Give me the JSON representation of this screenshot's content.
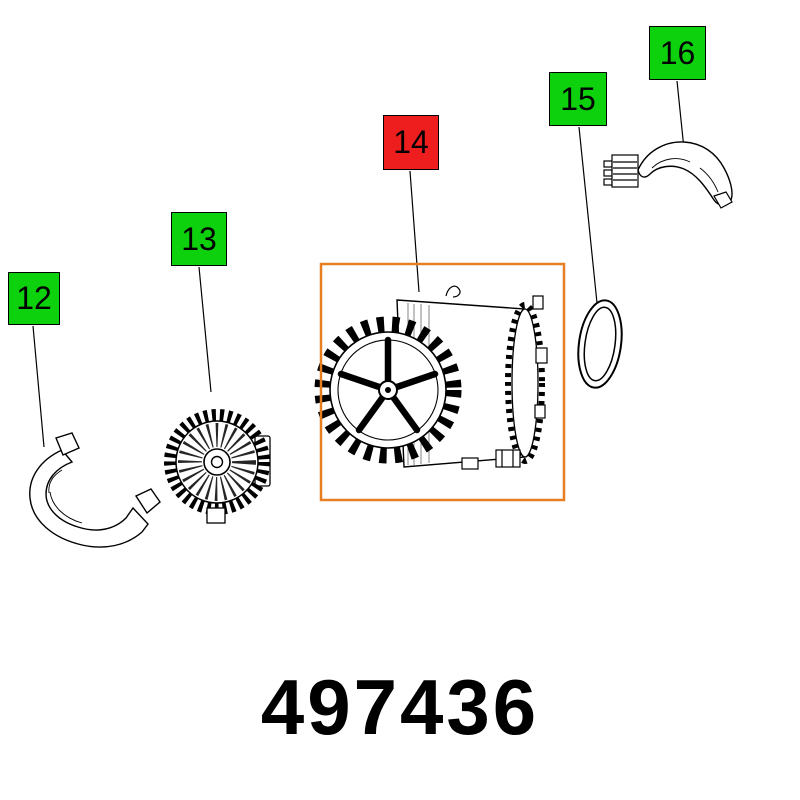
{
  "page": {
    "background": "#ffffff",
    "part_number": "497436"
  },
  "colors": {
    "label_green": "#0ed10e",
    "label_red": "#ee1e1e",
    "highlight_orange": "#e87e22",
    "line": "#000000"
  },
  "labels": [
    {
      "text": "12",
      "variant": "green",
      "highlighted": false
    },
    {
      "text": "13",
      "variant": "green",
      "highlighted": false
    },
    {
      "text": "14",
      "variant": "red",
      "highlighted": true
    },
    {
      "text": "15",
      "variant": "green",
      "highlighted": false
    },
    {
      "text": "16",
      "variant": "green",
      "highlighted": false
    }
  ]
}
